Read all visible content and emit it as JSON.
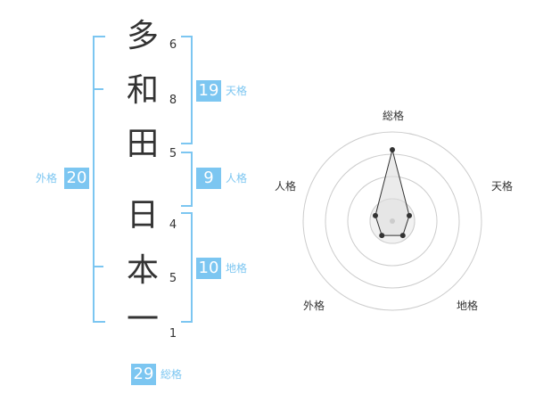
{
  "name": {
    "chars": [
      "多",
      "和",
      "田",
      "日",
      "本",
      "一"
    ],
    "strokes": [
      "6",
      "8",
      "5",
      "4",
      "5",
      "1"
    ]
  },
  "fortune": {
    "tenkaku": {
      "value": "19",
      "label": "天格"
    },
    "jinkaku": {
      "value": "9",
      "label": "人格"
    },
    "chikaku": {
      "value": "10",
      "label": "地格"
    },
    "gaikaku": {
      "value": "20",
      "label": "外格"
    },
    "soukaku": {
      "value": "29",
      "label": "総格"
    }
  },
  "radar": {
    "axes": [
      "総格",
      "天格",
      "地格",
      "外格",
      "人格"
    ],
    "levels": 4,
    "values": [
      0.8,
      0.2,
      0.2,
      0.2,
      0.2
    ],
    "colors": {
      "ring": "#cccccc",
      "fill": "#dddddd",
      "line": "#333333",
      "center": "#cccccc"
    }
  },
  "colors": {
    "accent": "#7cc6f1",
    "text": "#333333"
  }
}
